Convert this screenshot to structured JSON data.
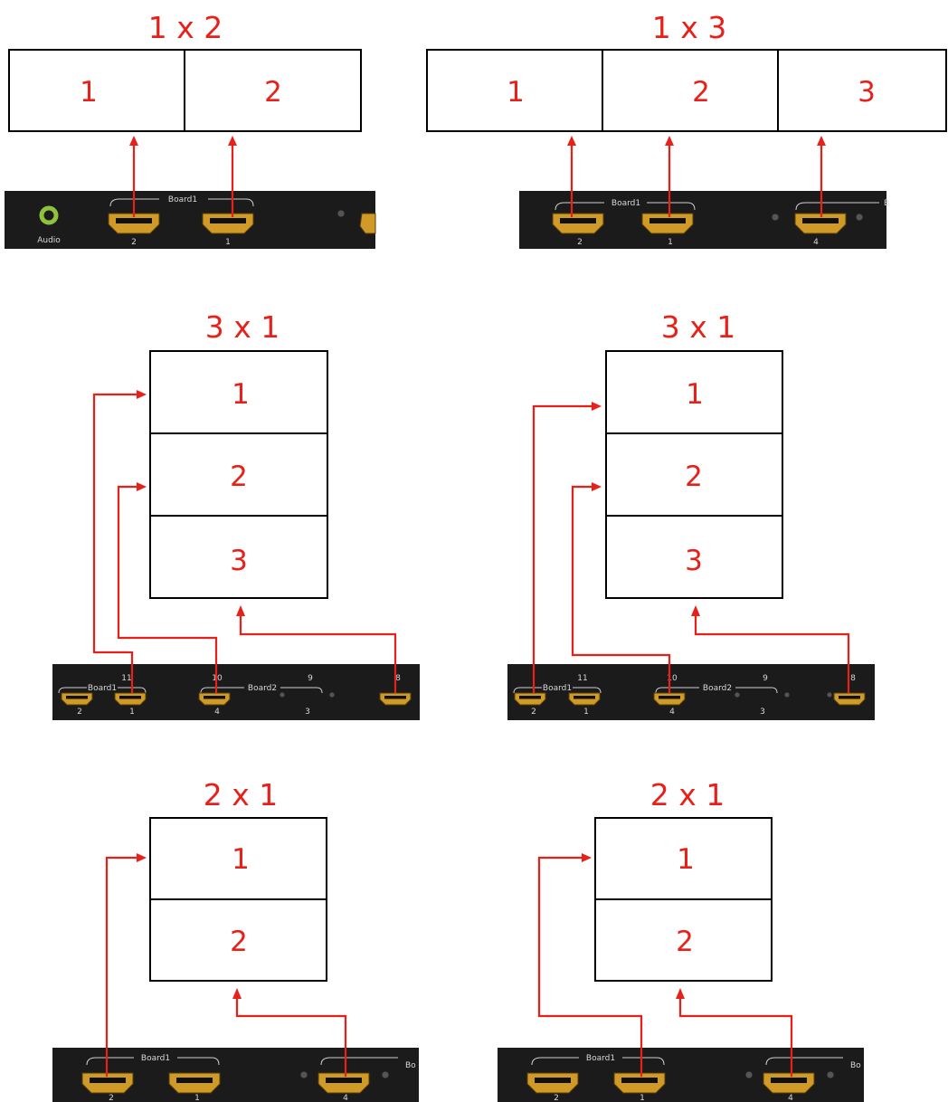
{
  "colors": {
    "accent": "#e8201a",
    "panel": "#1b1b1b",
    "port": "#cf9a26",
    "audio": "#8fc23a"
  },
  "diagrams": [
    {
      "title": "1 x 2",
      "cells": [
        "1",
        "2"
      ]
    },
    {
      "title": "1 x 3",
      "cells": [
        "1",
        "2",
        "3"
      ]
    },
    {
      "title": "3 x 1",
      "cells": [
        "1",
        "2",
        "3"
      ]
    },
    {
      "title": "3 x 1",
      "cells": [
        "1",
        "2",
        "3"
      ]
    },
    {
      "title": "2 x 1",
      "cells": [
        "1",
        "2"
      ]
    },
    {
      "title": "2 x 1",
      "cells": [
        "1",
        "2"
      ]
    }
  ],
  "panel_labels": {
    "board1": "Board1",
    "board2": "Board2",
    "audio": "Audio",
    "port_1": "1",
    "port_2": "2",
    "port_3": "3",
    "port_4": "4",
    "port_8": "8",
    "port_9": "9",
    "port_10": "10",
    "port_11": "11",
    "partial_b": "B",
    "partial_bo": "Bo"
  }
}
